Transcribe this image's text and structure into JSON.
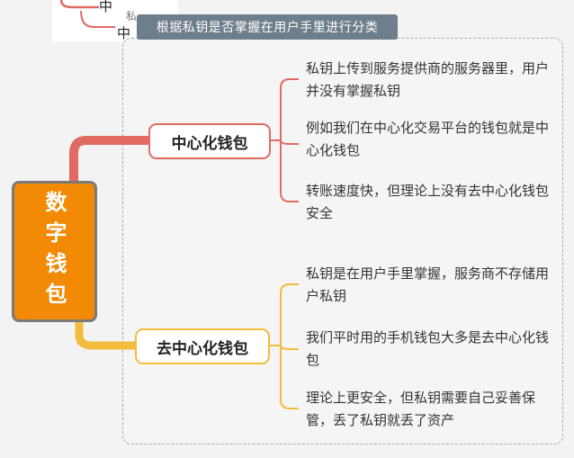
{
  "fragments": {
    "top_1": "中",
    "top_2": "中",
    "top_3": "私"
  },
  "tooltip": "根据私钥是否掌握在用户手里进行分类",
  "root": "数字钱包",
  "branches": [
    {
      "label": "中心化钱包",
      "color": "#e16b62",
      "leaves": [
        "私钥上传到服务提供商的服务器里，用户并没有掌握私钥",
        "例如我们在中心化交易平台的钱包就是中心化钱包",
        "转账速度快，但理论上没有去中心化钱包安全"
      ]
    },
    {
      "label": "去中心化钱包",
      "color": "#f2bc3c",
      "leaves": [
        "私钥是在用户手里掌握，服务商不存储用户私钥",
        "我们平时用的手机钱包大多是去中心化钱包",
        "理论上更安全，但私钥需要自己妥善保管，丢了私钥就丢了资产"
      ]
    }
  ],
  "colors": {
    "root_fill": "#f28a06",
    "root_border": "#7a7a7a",
    "tooltip_bg": "#6f7e8b",
    "branch_1": "#e16b62",
    "branch_2": "#f2bc3c"
  }
}
